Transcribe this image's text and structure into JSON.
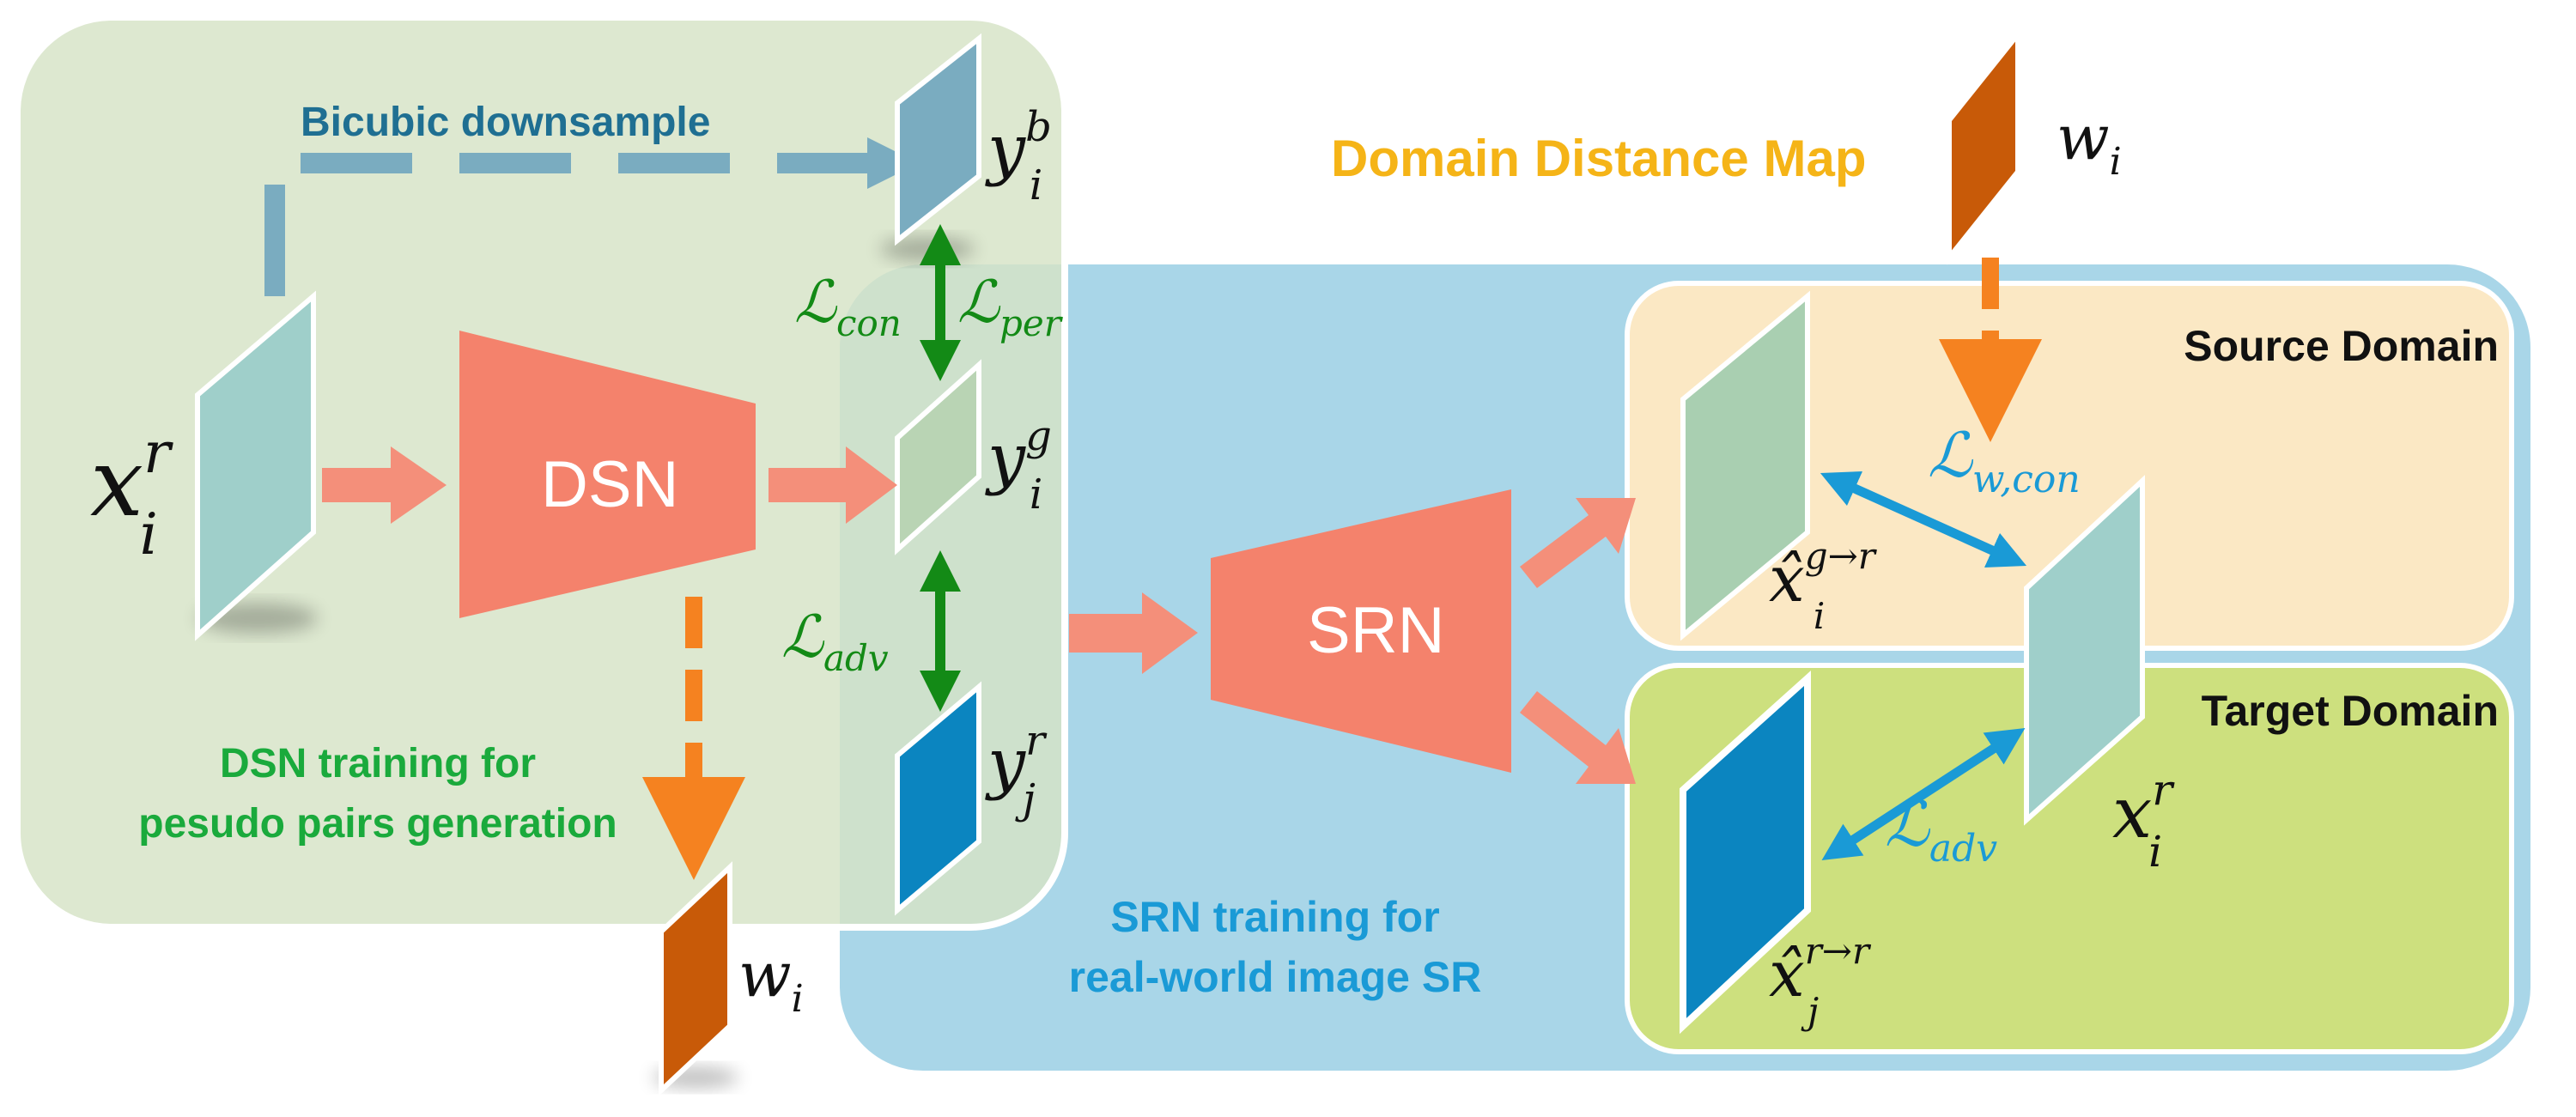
{
  "labels": {
    "bicubic": "Bicubic downsample",
    "domain_map": "Domain Distance Map",
    "dsn_training_line1": "DSN training for",
    "dsn_training_line2": "pesudo pairs generation",
    "srn_training_line1": "SRN training for",
    "srn_training_line2": "real-world image SR",
    "source_domain": "Source Domain",
    "target_domain": "Target Domain"
  },
  "networks": {
    "dsn": "DSN",
    "srn": "SRN"
  },
  "math": {
    "x_r_i": {
      "base": "x",
      "sup": "r",
      "sub": "i"
    },
    "y_b_i": {
      "base": "y",
      "sup": "b",
      "sub": "i"
    },
    "y_g_i": {
      "base": "y",
      "sup": "g",
      "sub": "i"
    },
    "y_r_j": {
      "base": "y",
      "sup": "r",
      "sub": "j"
    },
    "w_i": {
      "base": "w",
      "sub": "i"
    },
    "L_con": {
      "base": "ℒ",
      "sub": "con"
    },
    "L_per": {
      "base": "ℒ",
      "sub": "per"
    },
    "L_adv": {
      "base": "ℒ",
      "sub": "adv"
    },
    "L_wcon": {
      "base": "ℒ",
      "sub": "w,con"
    },
    "xhat_g_r_i": {
      "base": "x̂",
      "sup": "g→r",
      "sub": "i"
    },
    "xhat_r_r_j": {
      "base": "x̂",
      "sup": "r→r",
      "sub": "j"
    }
  },
  "colors": {
    "dsn_panel": "#d5e3c6",
    "srn_panel": "#a9d6e8",
    "source_panel": "#fbe8c4",
    "target_panel": "#cde07e",
    "network_fill": "#f4826c",
    "flow_arrow": "#f48f7a",
    "weight_map": "#c85a08",
    "dashed_orange": "#f58220",
    "green_arrow": "#138a16",
    "cyan_arrow": "#1a9ad6"
  }
}
